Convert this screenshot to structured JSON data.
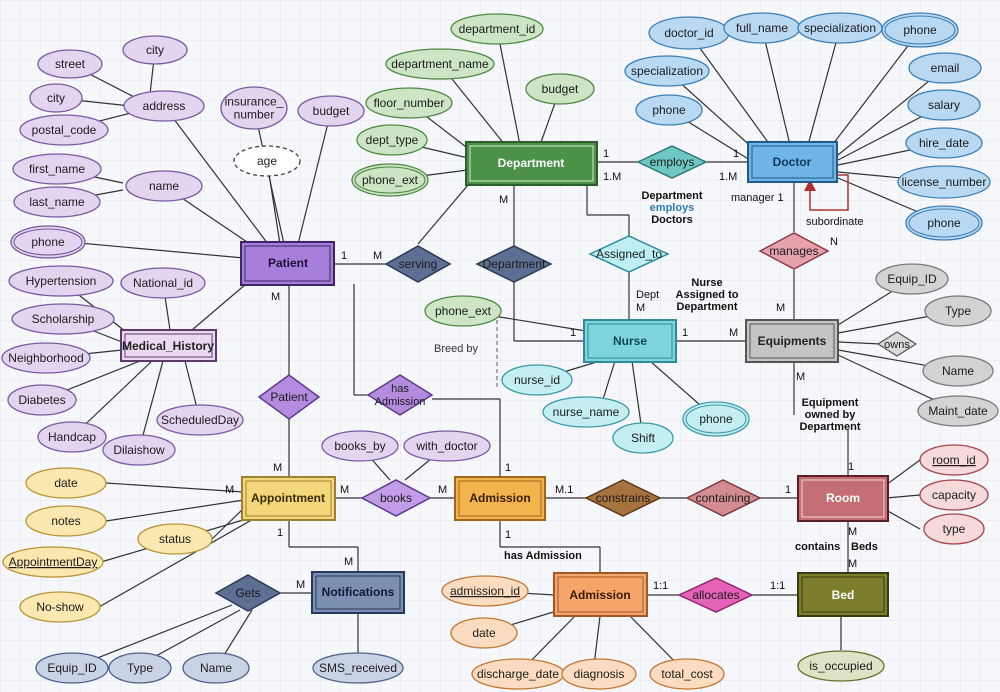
{
  "entities": {
    "department": "Department",
    "doctor": "Doctor",
    "patient": "Patient",
    "nurse": "Nurse",
    "equipments": "Equipments",
    "medical_history": "Medical_History",
    "appointment": "Appointment",
    "admission_main": "Admission",
    "room": "Room",
    "notifications": "Notifications",
    "admission_lower": "Admission",
    "bed": "Bed"
  },
  "relationships": {
    "employs": "employs",
    "manages": "manages",
    "serving": "serving",
    "department_rel": "Department",
    "assigned_to": "Assigned_to",
    "owns": "owns",
    "patient_rel": "Patient",
    "has_admission": "has\nAdmission",
    "books": "books",
    "constrains": "constrains",
    "containing": "containing",
    "gets": "Gets",
    "allocates": "allocates"
  },
  "attributes": {
    "department_id": "department_id",
    "department_name": "department_name",
    "budget_dept": "budget",
    "floor_number": "floor_number",
    "dept_type": "dept_type",
    "phone_ext_dept": "phone_ext",
    "doctor_id": "doctor_id",
    "full_name": "full_name",
    "specialization_top": "specialization",
    "phone_doc_top": "phone",
    "specialization_left": "specialization",
    "email": "email",
    "phone_doc_left": "phone",
    "salary": "salary",
    "hire_date": "hire_date",
    "license_number": "license_number",
    "phone_doc_bottom": "phone",
    "city_top": "city",
    "street": "street",
    "city": "city",
    "postal_code": "postal_code",
    "address": "address",
    "insurance_number": "insurance_\nnumber",
    "budget_patient": "budget",
    "age": "age",
    "first_name": "first_name",
    "last_name": "last_name",
    "name_patient": "name",
    "phone_patient": "phone",
    "hypertension": "Hypertension",
    "national_id": "National_id",
    "scholarship": "Scholarship",
    "neighborhood": "Neighborhood",
    "diabetes": "Diabetes",
    "handcap": "Handcap",
    "dilaishow": "Dilaishow",
    "scheduledday": "ScheduledDay",
    "equip_id_top": "Equip_ID",
    "type_equip": "Type",
    "name_equip": "Name",
    "maint_date": "Maint_date",
    "phone_ext_nurse": "phone_ext",
    "nurse_id": "nurse_id",
    "nurse_name": "nurse_name",
    "shift": "Shift",
    "phone_nurse": "phone",
    "books_by": "books_by",
    "with_doctor": "with_doctor",
    "date_appt": "date",
    "notes": "notes",
    "status": "status",
    "appointmentday": "AppointmentDay",
    "no_show": "No-show",
    "room_id": "room_id",
    "capacity": "capacity",
    "type_room": "type",
    "equip_id_bottom": "Equip_ID",
    "type_notif": "Type",
    "name_notif": "Name",
    "sms_received": "SMS_received",
    "admission_id": "admission_id",
    "date_adm": "date",
    "discharge_date": "discharge_date",
    "diagnosis": "diagnosis",
    "total_cost": "total_cost",
    "is_occupied": "is_occupied"
  },
  "annotations": {
    "dept_employs_1": "Department",
    "dept_employs_2": "employs",
    "dept_employs_3": "Doctors",
    "manager": "manager 1",
    "subordinate": "subordinate",
    "nurse_assigned": "Nurse\nAssigned to\nDepartment",
    "dept_m": "Dept\nM",
    "equipment_owned": "Equipment\nowned by\nDepartment",
    "breed_by": "Breed by",
    "has_admission_note": "has Admission",
    "contains": "contains",
    "beds": "Beds"
  },
  "cardinalities": {
    "dept_employs": "1",
    "dept_employs_b": "1.M",
    "doc_employs": "1",
    "doc_employs_b": "1.M",
    "patient_serving": "1",
    "serving_m": "M",
    "dept_m": "M",
    "nurse_left": "1",
    "nurse_right": "1",
    "equip_m": "M",
    "manages_m": "M",
    "manages_n": "N",
    "patient_m": "M",
    "appt_m_top": "M",
    "appt_m_left": "M",
    "appt_m_right": "M",
    "books_m": "M",
    "adm_1_top": "1",
    "adm_m1": "M.1",
    "room_1_left": "1",
    "equip_m_down": "M",
    "room_1_top": "1",
    "room_m": "M",
    "bed_m": "M",
    "appt_1": "1",
    "notif_m_top": "M",
    "gets_m": "M",
    "adm_1_bottom": "1",
    "adm_11": "1:1",
    "bed_11": "1:1"
  }
}
